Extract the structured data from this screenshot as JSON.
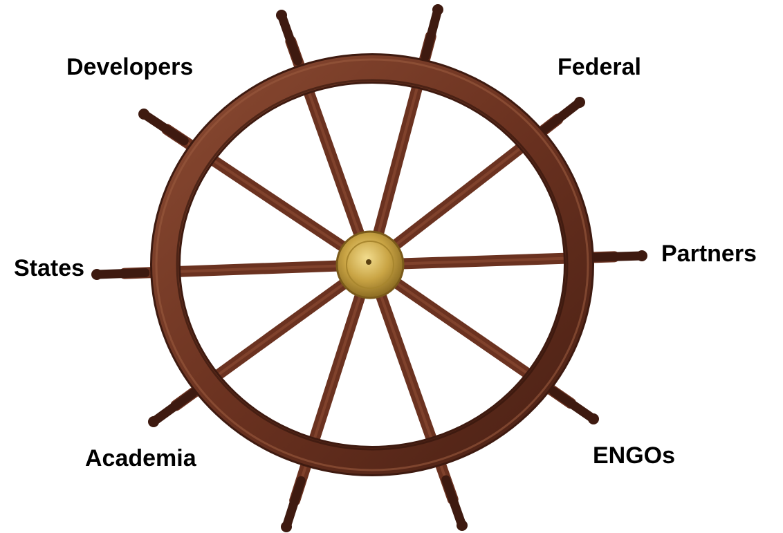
{
  "labels": {
    "developers": "Developers",
    "federal": "Federal",
    "states": "States",
    "partners": "Partners",
    "academia": "Academia",
    "engos": "ENGOs"
  },
  "colors": {
    "wood": "#6b3220",
    "wood_dark": "#3e1a10",
    "wood_light": "#8a4a32",
    "brass": "#c9a444",
    "brass_dark": "#8c6c22",
    "label_text": "#000000",
    "background": "#ffffff"
  },
  "wheel": {
    "spoke_count": 10
  }
}
